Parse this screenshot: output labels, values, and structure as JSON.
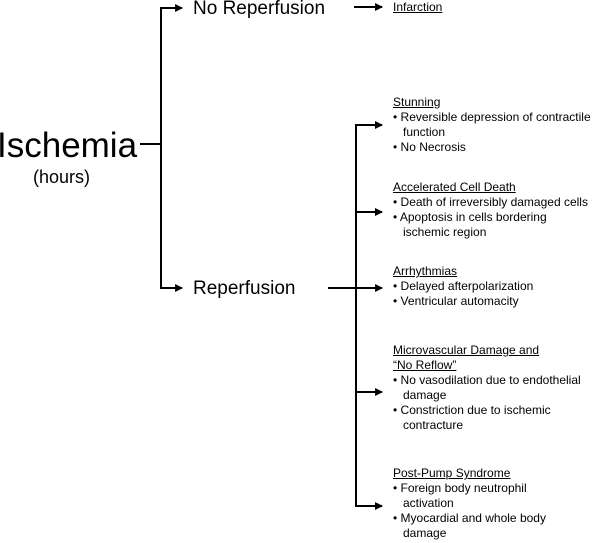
{
  "root": {
    "title": "Ischemia",
    "subtitle": "(hours)"
  },
  "branches": {
    "no_reperfusion": {
      "label": "No Reperfusion",
      "outcome": "Infarction"
    },
    "reperfusion": {
      "label": "Reperfusion",
      "outcomes": [
        {
          "heading": "Stunning",
          "bullets": [
            "Reversible depression of contractile function",
            "No Necrosis"
          ]
        },
        {
          "heading": "Accelerated Cell Death",
          "bullets": [
            "Death of irreversibly damaged cells",
            "Apoptosis in cells bordering ischemic region"
          ]
        },
        {
          "heading": "Arrhythmias",
          "bullets": [
            "Delayed afterpolarization",
            "Ventricular automacity"
          ]
        },
        {
          "heading": "Microvascular Damage and “No Reflow”",
          "bullets": [
            "No vasodilation due to endothelial damage",
            "Constriction due to ischemic contracture"
          ]
        },
        {
          "heading": "Post-Pump Syndrome",
          "bullets": [
            "Foreign body neutrophil activation",
            "Myocardial and whole body damage"
          ]
        }
      ]
    }
  }
}
